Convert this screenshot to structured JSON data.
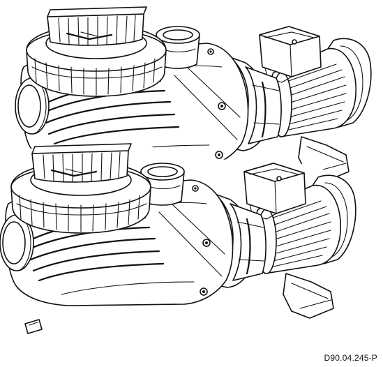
{
  "figure": {
    "reference_code": "D90.04.245-P"
  },
  "components": {
    "pump_top": [
      "strainer-lid",
      "lid-lock-ring",
      "suction-port",
      "discharge-port",
      "pump-housing",
      "motor-bracket",
      "electric-motor",
      "terminal-box",
      "motor-fan-cover",
      "base-foot"
    ],
    "pump_bottom": [
      "strainer-lid",
      "lid-lock-ring",
      "suction-port",
      "discharge-port",
      "pump-housing",
      "motor-bracket",
      "electric-motor",
      "terminal-box",
      "motor-fan-cover",
      "base-foot",
      "drain-plug"
    ]
  }
}
